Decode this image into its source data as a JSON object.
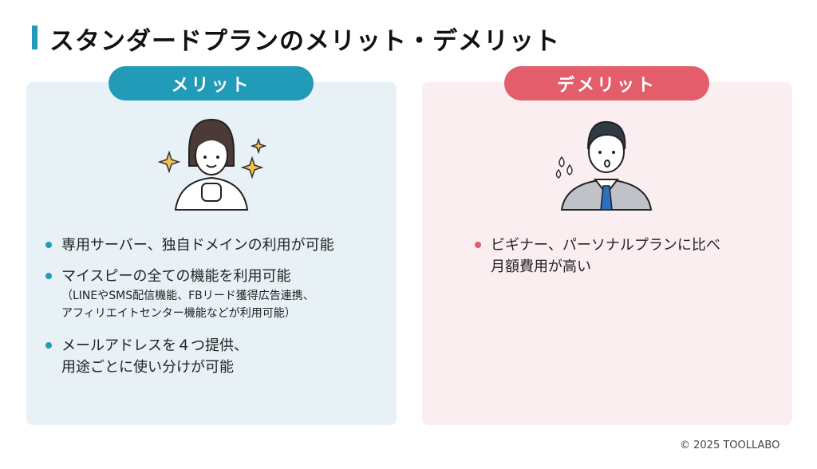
{
  "title": "スタンダードプランのメリット・デメリット",
  "colors": {
    "merit": "#219bb7",
    "demerit": "#e35d6a",
    "merit_bg": "#e8f1f5",
    "demerit_bg": "#fbeef0"
  },
  "merit": {
    "label": "メリット",
    "items": [
      {
        "text": "専用サーバー、独自ドメインの利用が可能"
      },
      {
        "text": "マイスピーの全ての機能を利用可能",
        "sub1": "（LINEやSMS配信機能、FBリード獲得広告連携、",
        "sub2": "アフィリエイトセンター機能などが利用可能）"
      },
      {
        "text": "メールアドレスを４つ提供、",
        "text2": "用途ごとに使い分けが可能"
      }
    ]
  },
  "demerit": {
    "label": "デメリット",
    "items": [
      {
        "text": "ビギナー、パーソナルプランに比べ",
        "text2": "月額費用が高い"
      }
    ]
  },
  "copyright": "© 2025 TOOLLABO"
}
